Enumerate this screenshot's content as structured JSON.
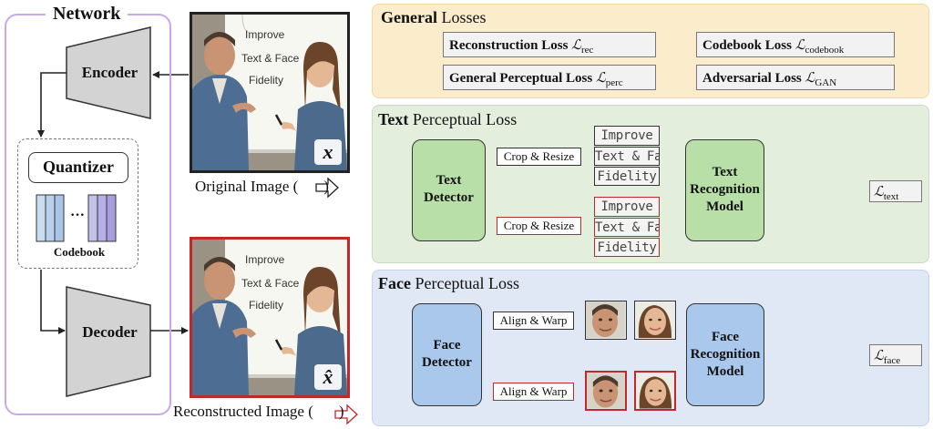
{
  "network": {
    "title": "Network",
    "encoder": "Encoder",
    "quantizer": "Quantizer",
    "codebook": "Codebook",
    "codebook_dots": "···",
    "decoder": "Decoder"
  },
  "images": {
    "original_caption": "Original Image (",
    "original_caption_end": ")",
    "original_symbol": "x",
    "recon_caption": "Reconstructed Image (",
    "recon_caption_end": ")",
    "recon_symbol": "x̂",
    "whiteboard_lines": [
      "Improve",
      "Text & Face",
      "Fidelity"
    ]
  },
  "general": {
    "title_bold": "General",
    "title_rest": " Losses",
    "reconstruction": {
      "label": "Reconstruction Loss ",
      "symbol": "ℒ",
      "sub": "rec"
    },
    "codebook": {
      "label": "Codebook Loss ",
      "symbol": "ℒ",
      "sub": "codebook"
    },
    "perceptual": {
      "label": "General Perceptual Loss ",
      "symbol": "ℒ",
      "sub": "perc"
    },
    "adversarial": {
      "label": "Adversarial Loss ",
      "symbol": "ℒ",
      "sub": "GAN"
    }
  },
  "text_loss": {
    "title_bold": "Text",
    "title_rest": " Perceptual Loss",
    "detector": [
      "Text",
      "Detector"
    ],
    "op": "Crop & Resize",
    "crops": [
      "Improve",
      "Text & Face",
      "Fidelity"
    ],
    "recognizer": [
      "Text",
      "Recognition",
      "Model"
    ],
    "loss_symbol": "ℒ",
    "loss_sub": "text"
  },
  "face_loss": {
    "title_bold": "Face",
    "title_rest": " Perceptual Loss",
    "detector": [
      "Face",
      "Detector"
    ],
    "op": "Align & Warp",
    "recognizer": [
      "Face",
      "Recognition",
      "Model"
    ],
    "loss_symbol": "ℒ",
    "loss_sub": "face"
  },
  "colors": {
    "original_arrow": "#222222",
    "recon_arrow": "#c0282c",
    "network_border": "#c9a9e8",
    "general_panel": "#fbedcc",
    "text_panel": "#e3eedd",
    "face_panel": "#dfe8f4",
    "text_boxes": "#b9dfa9",
    "face_boxes": "#a9c8ec"
  }
}
